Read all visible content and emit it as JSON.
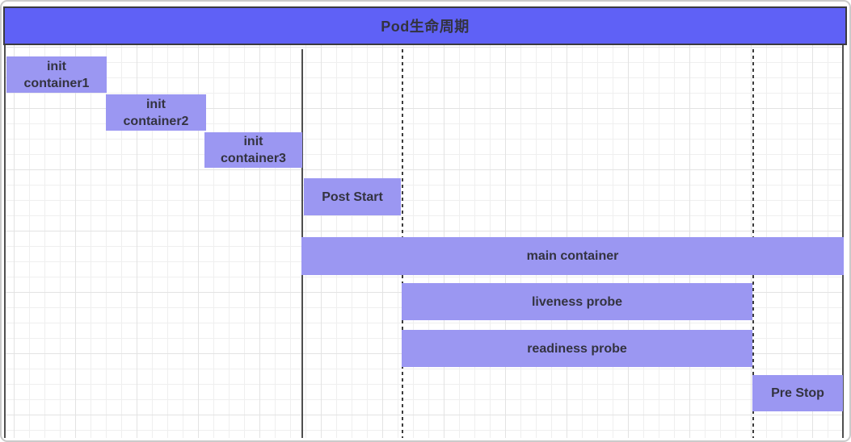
{
  "title": "Pod生命周期",
  "bars": [
    {
      "label": "init\ncontainer1"
    },
    {
      "label": "init\ncontainer2"
    },
    {
      "label": "init\ncontainer3"
    },
    {
      "label": "Post Start"
    },
    {
      "label": "main container"
    },
    {
      "label": "liveness probe"
    },
    {
      "label": "readiness probe"
    },
    {
      "label": "Pre Stop"
    }
  ],
  "dividers": [
    {
      "name": "container-start",
      "style": "solid"
    },
    {
      "name": "probe-start",
      "style": "dashed"
    },
    {
      "name": "pre-stop-start",
      "style": "dashed"
    }
  ],
  "colors": {
    "title_bg": "#5f61f6",
    "bar_bg": "#9b97f2",
    "text": "#333340",
    "shape_border": "#3a3a40",
    "line": "#4f4f4f",
    "dash": "#3c3c3c",
    "grid_minor": "#efefef",
    "grid_major": "#e3e3e3",
    "frame_border": "#cbcbcb"
  }
}
